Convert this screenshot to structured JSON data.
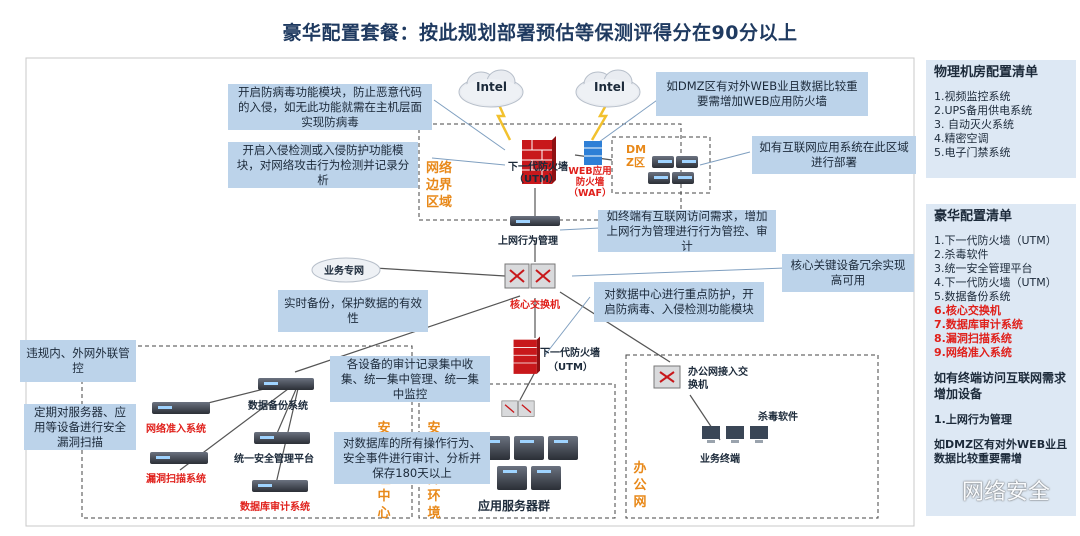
{
  "title": "豪华配置套餐：按此规划部署预估等保测评得分在90分以上",
  "clouds": [
    "Intel",
    "Intel"
  ],
  "callouts": {
    "antivirus": "开启防病毒功能模块，防止恶意代码的入侵，如无此功能就需在主机层面实现防病毒",
    "waf": "如DMZ区有对外WEB业且数据比较重要需增加WEB应用防火墙",
    "ips": "开启入侵检测或入侵防护功能模块，对网络攻击行为检测并记录分析",
    "dmz_apps": "如有互联网应用系统在此区域进行部署",
    "behavior": "如终端有互联网访问需求，增加上网行为管理进行行为管控、审计",
    "redundancy": "核心关键设备冗余实现高可用",
    "backup": "实时备份，保护数据的有效性",
    "dc_protect": "对数据中心进行重点防护，开启防病毒、入侵检测功能模块",
    "nac": "违规内、外网外联管控",
    "audit_center": "各设备的审计记录集中收集、统一集中管理、统一集中监控",
    "vuln": "定期对服务器、应用等设备进行安全漏洞扫描",
    "db_audit": "对数据库的所有操作行为、安全事件进行审计、分析并保存180天以上"
  },
  "devices": {
    "utm_top": "下一代防火墙",
    "utm_top_sub": "（UTM）",
    "waf": "WEB应用防火墙（WAF）",
    "dmz": "DM Z区",
    "behavior_mgmt": "上网行为管理",
    "biz_net": "业务专网",
    "core_switch": "核心交换机",
    "utm_mid": "下一代防火墙",
    "utm_mid_sub": "（UTM）",
    "nac": "网络准入系统",
    "backup": "数据备份系统",
    "soc": "统一安全管理平台",
    "vuln": "漏洞扫描系统",
    "db_audit": "数据库审计系统",
    "app_cluster": "应用服务器群",
    "office_switch": "办公网接入交换机",
    "av": "杀毒软件",
    "terminal": "业务终端"
  },
  "zones": {
    "border": "网络边界区域",
    "mgmt": "安全管理中心",
    "compute": "安全计算环境",
    "office": "办公网"
  },
  "panel_room": {
    "heading": "物理机房配置清单",
    "items": [
      "1.视频监控系统",
      "2.UPS备用供电系统",
      "3. 自动灭火系统",
      "4.精密空调",
      "5.电子门禁系统"
    ]
  },
  "panel_lux": {
    "heading": "豪华配置清单",
    "items": [
      {
        "text": "1.下一代防火墙（UTM）",
        "red": false
      },
      {
        "text": "2.杀毒软件",
        "red": false
      },
      {
        "text": "3.统一安全管理平台",
        "red": false
      },
      {
        "text": "4.下一代防火墙（UTM）",
        "red": false
      },
      {
        "text": "5.数据备份系统",
        "red": false
      },
      {
        "text": "6.核心交换机",
        "red": true
      },
      {
        "text": "7.数据库审计系统",
        "red": true
      },
      {
        "text": "8.漏洞扫描系统",
        "red": true
      },
      {
        "text": "9.网络准入系统",
        "red": true
      }
    ],
    "extra_heading": "如有终端访问互联网需求增加设备",
    "extra_item": "1.上网行为管理",
    "extra_note": "如DMZ区有对外WEB业且数据比较重要需增"
  },
  "watermark": "网络安全",
  "colors": {
    "accent_red": "#e0201b",
    "zone_orange": "#e8891a",
    "callout_blue": "#bcd3ea",
    "title_navy": "#1f3a60"
  }
}
